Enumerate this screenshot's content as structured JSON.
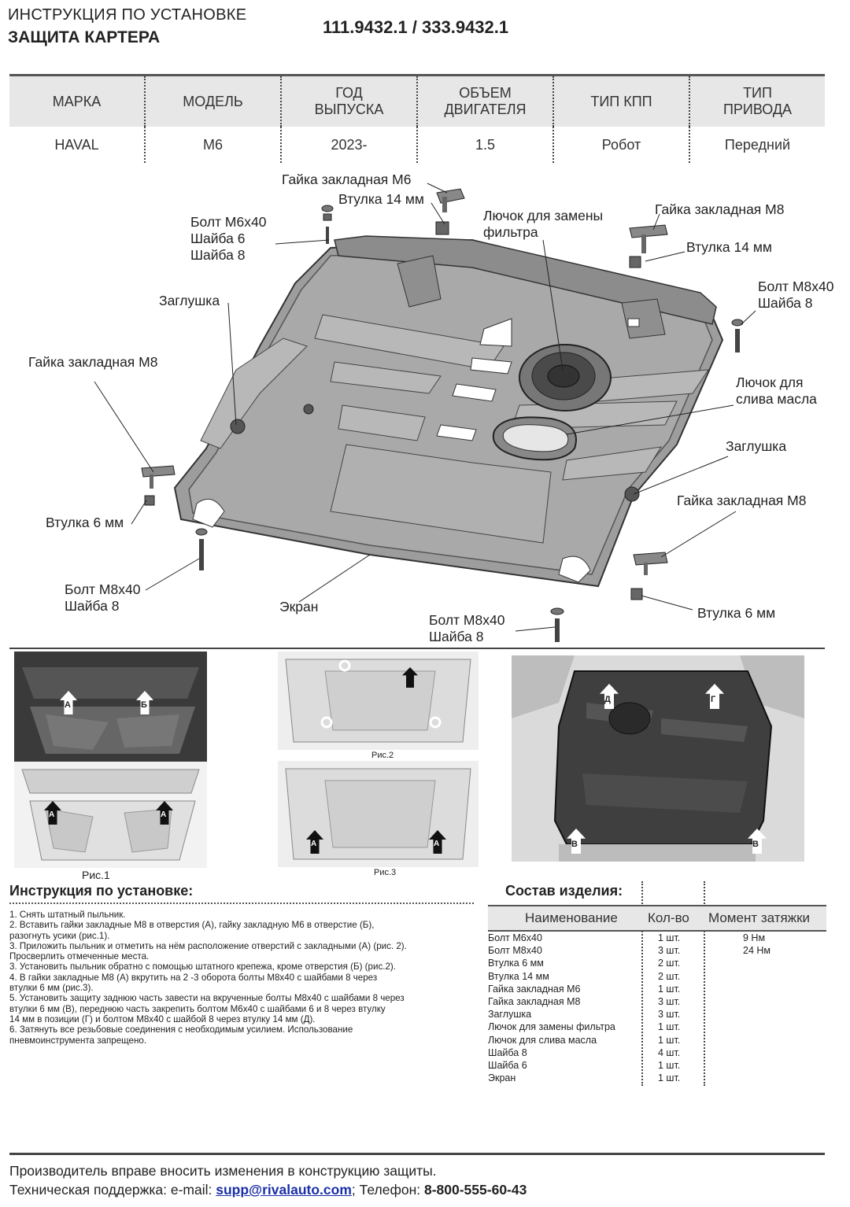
{
  "header": {
    "line1": "ИНСТРУКЦИЯ ПО УСТАНОВКЕ",
    "line2": "ЗАЩИТА КАРТЕРА",
    "part_numbers": "111.9432.1 / 333.9432.1"
  },
  "spec_table": {
    "headers": [
      "МАРКА",
      "МОДЕЛЬ",
      "ГОД ВЫПУСКА",
      "ОБЪЕМ ДВИГАТЕЛЯ",
      "ТИП КПП",
      "ТИП ПРИВОДА"
    ],
    "values": [
      "HAVAL",
      "M6",
      "2023-",
      "1.5",
      "Робот",
      "Передний"
    ]
  },
  "diagram_labels": {
    "nut_m6_top": "Гайка закладная М6",
    "bushing14_top": "Втулка 14 мм",
    "bolt_m6x40": "Болт М6х40",
    "washer6": "Шайба 6",
    "washer8_a": "Шайба 8",
    "filter_hatch_1": "Лючок для замены",
    "filter_hatch_2": "фильтра",
    "nut_m8_top_right": "Гайка закладная М8",
    "bushing14_right": "Втулка 14 мм",
    "bolt_m8x40_right": "Болт М8х40",
    "washer8_right": "Шайба 8",
    "plug_left": "Заглушка",
    "nut_m8_left": "Гайка закладная М8",
    "oil_hatch_1": "Лючок для",
    "oil_hatch_2": "слива масла",
    "plug_right": "Заглушка",
    "nut_m8_right": "Гайка закладная М8",
    "bushing6_left": "Втулка 6 мм",
    "bolt_m8x40_left": "Болт М8х40",
    "washer8_left": "Шайба 8",
    "screen": "Экран",
    "bolt_m8x40_bottom": "Болт М8х40",
    "washer8_bottom": "Шайба 8",
    "bushing6_right": "Втулка 6 мм"
  },
  "photos": {
    "fig1": "Рис.1",
    "fig2": "Рис.2",
    "fig3": "Рис.3",
    "markers": {
      "a": "А",
      "b": "Б",
      "v": "В",
      "g": "Г",
      "d": "Д"
    }
  },
  "instructions": {
    "title": "Инструкция по установке:",
    "steps": [
      "1. Снять штатный пыльник.",
      "2. Вставить гайки закладные М8 в отверстия (А), гайку закладную М6 в отверстие (Б),",
      "разогнуть усики (рис.1).",
      "3. Приложить пыльник и отметить на нём расположение отверстий с закладными (А) (рис. 2).",
      "Просверлить отмеченные места.",
      "3. Установить пыльник обратно с помощью штатного крепежа, кроме отверстия (Б) (рис.2).",
      "4. В гайки закладные М8 (А) вкрутить на 2 -3 оборота болты М8х40 с шайбами 8 через",
      "втулки 6 мм (рис.3).",
      "5. Установить защиту заднюю часть завести на вкрученные болты М8х40 с шайбами 8 через",
      "втулки 6 мм (В), переднюю часть закрепить болтом М6х40 с шайбами 6 и 8 через втулку",
      "14 мм  в позиции (Г) и болтом М8х40 с шайбой 8 через втулку 14 мм (Д).",
      "6. Затянуть все резьбовые соединения с необходимым усилием. Использование",
      "пневмоинструмента запрещено."
    ]
  },
  "composition": {
    "title": "Состав изделия:",
    "headers": [
      "Наименование",
      "Кол-во",
      "Момент затяжки"
    ],
    "rows": [
      {
        "name": "Болт М6х40",
        "qty": "1 шт.",
        "torque": "9 Нм"
      },
      {
        "name": "Болт М8х40",
        "qty": "3 шт.",
        "torque": "24 Нм"
      },
      {
        "name": "Втулка 6 мм",
        "qty": "2 шт.",
        "torque": ""
      },
      {
        "name": "Втулка 14 мм",
        "qty": "2 шт.",
        "torque": ""
      },
      {
        "name": "Гайка закладная М6",
        "qty": "1 шт.",
        "torque": ""
      },
      {
        "name": "Гайка закладная М8",
        "qty": "3 шт.",
        "torque": ""
      },
      {
        "name": "Заглушка",
        "qty": "3 шт.",
        "torque": ""
      },
      {
        "name": "Лючок для замены фильтра",
        "qty": "1 шт.",
        "torque": ""
      },
      {
        "name": "Лючок для слива масла",
        "qty": "1 шт.",
        "torque": ""
      },
      {
        "name": "Шайба 8",
        "qty": "4 шт.",
        "torque": ""
      },
      {
        "name": "Шайба 6",
        "qty": "1 шт.",
        "torque": ""
      },
      {
        "name": "Экран",
        "qty": "1 шт.",
        "torque": ""
      }
    ]
  },
  "footer": {
    "note": "Производитель вправе вносить изменения в конструкцию защиты.",
    "support_label": "Техническая поддержка:  e-mail: ",
    "email": "supp@rivalauto.com",
    "sep": ";",
    "phone_label": " Телефон: ",
    "phone": "8-800-555-60-43"
  }
}
